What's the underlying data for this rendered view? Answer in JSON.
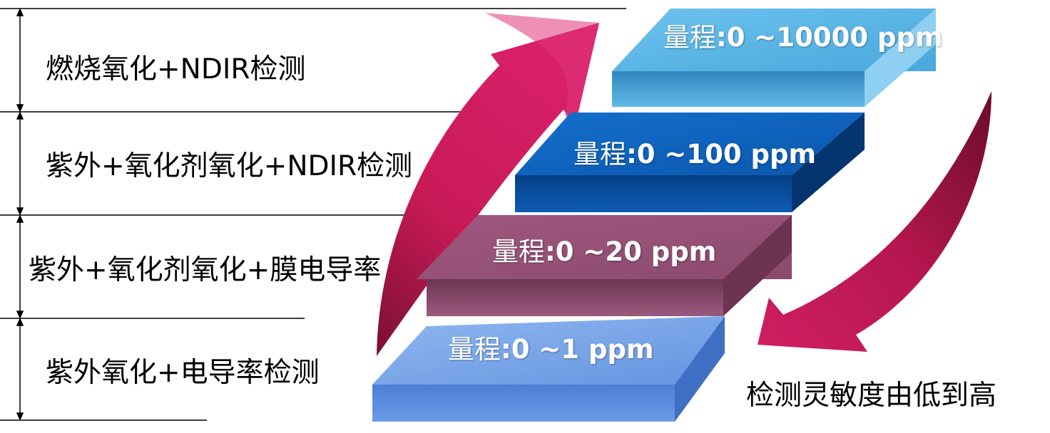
{
  "methods": [
    "燃烧氧化+NDIR检测",
    "紫外+氧化剂氧化+NDIR检测",
    "紫外+氧化剂氧化+膜电导率",
    "紫外氧化+电导率检测"
  ],
  "ranges": [
    {
      "prefix": "量程",
      "value": ":0 ~10000 ppm"
    },
    {
      "prefix": "量程",
      "value": ":0 ~100 ppm"
    },
    {
      "prefix": "量程",
      "value": ":0 ~20 ppm"
    },
    {
      "prefix": "量程",
      "value": ":0 ~1 ppm"
    }
  ],
  "caption": "检测灵敏度由低到高",
  "colors": {
    "step_10000": "#5db7e6",
    "step_100": "#0a5cb8",
    "step_20": "#955177",
    "step_1": "#6f9ce6",
    "arrow": "#cc1d5c"
  }
}
